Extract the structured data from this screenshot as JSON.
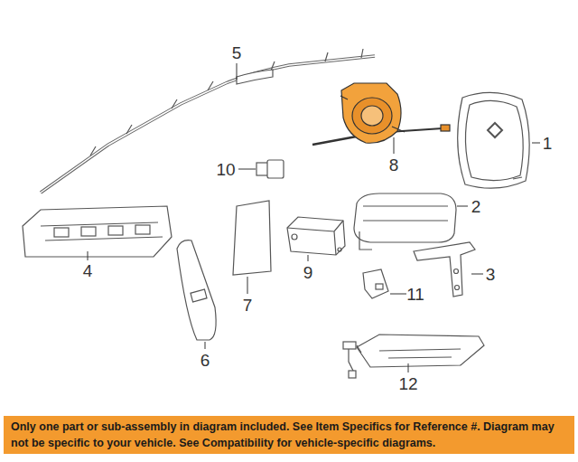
{
  "diagram": {
    "nodes": [
      {
        "text": [
          "Only one part or sub-assembly in diagram included. See Item Specifics for Reference #. Diagram may not be specific to your vehicle. See Compatibility for vehicle-specific diagrams."
        ]
      }
    ],
    "labels": [
      "1",
      "2",
      "3",
      "4",
      "5",
      "6",
      "7",
      "8",
      "9",
      "10",
      "11",
      "12"
    ]
  }
}
